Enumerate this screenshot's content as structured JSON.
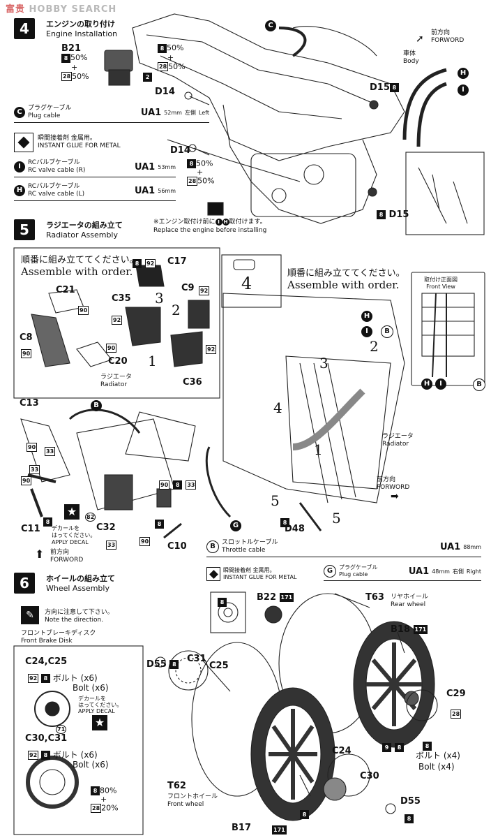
{
  "watermark": {
    "text_ja": "富贵",
    "text_en": "HOBBY SEARCH"
  },
  "step4": {
    "num": "4",
    "title_ja": "エンジンの取り付け",
    "title_en": "Engine Installation",
    "b21": {
      "label": "B21",
      "p1": "8",
      "v1": "50%",
      "plus": "+",
      "p2": "28",
      "v2": "50%",
      "qty": "2"
    },
    "frame_paint": {
      "p1": "8",
      "v1": "50%",
      "plus": "+",
      "p2": "28",
      "v2": "50%"
    },
    "d14_top": "D14",
    "d14_mid": "D14",
    "d14_paint": {
      "p1": "8",
      "v1": "50%",
      "plus": "+",
      "p2": "28",
      "v2": "50%"
    },
    "d15_top": {
      "label": "D15",
      "paint": "8"
    },
    "d15_bot": {
      "label": "D15",
      "paint": "8"
    },
    "c_label": "C",
    "h_label": "H",
    "i_label": "I",
    "forward_ja": "前方向",
    "forward_en": "FORWORD",
    "body_ja": "車体",
    "body_en": "Body",
    "plug_cable": {
      "icon": "C",
      "ja": "プラグケーブル",
      "en": "Plug cable",
      "ua": "UA1",
      "len": "52mm",
      "side_ja": "左側",
      "side_en": "Left"
    },
    "glue": {
      "ja": "瞬間接着剤 金属用。",
      "en": "INSTANT GLUE FOR METAL"
    },
    "rc_r": {
      "icon": "I",
      "ja": "RCバルブケーブル",
      "en": "RC valve cable (R)",
      "ua": "UA1",
      "len": "53mm"
    },
    "rc_l": {
      "icon": "H",
      "ja": "RCバルブケーブル",
      "en": "RC valve cable (L)",
      "ua": "UA1",
      "len": "56mm"
    },
    "note_ja": "※エンジン取付け前に",
    "note_ja2": "取付けます。",
    "note_en": "Replace the engine before installing",
    "note_hi": [
      "I",
      "H"
    ]
  },
  "step5": {
    "num": "5",
    "title_ja": "ラジエータの組み立て",
    "title_en": "Radiator Assembly",
    "order_ja": "順番に組み立ててください。",
    "order_en": "Assemble with order.",
    "parts": [
      "C17",
      "C9",
      "C35",
      "C36",
      "C21",
      "C8",
      "C20",
      "C13",
      "C11",
      "C32",
      "C10",
      "D48"
    ],
    "paint": {
      "p8": "8",
      "p92": "92",
      "p90": "90",
      "p33": "33",
      "p82": "82"
    },
    "steps": [
      "1",
      "2",
      "3",
      "4",
      "5"
    ],
    "radiator_ja": "ラジエータ",
    "radiator_en": "Radiator",
    "decal_ja1": "デカールを",
    "decal_ja2": "はってください。",
    "decal_en": "APPLY DECAL",
    "front_view_ja": "取付け正面図",
    "front_view_en": "Front View",
    "throttle": {
      "icon": "B",
      "ja": "スロットルケーブル",
      "en": "Throttle cable",
      "ua": "UA1",
      "len": "88mm"
    },
    "glue": {
      "ja": "瞬間接着剤 金属用。",
      "en": "INSTANT GLUE FOR METAL"
    },
    "plug2": {
      "icon": "G",
      "ja": "プラグケーブル",
      "en": "Plug cable",
      "ua": "UA1",
      "len": "48mm",
      "side_ja": "右側",
      "side_en": "Right"
    },
    "forward_ja": "前方向",
    "forward_en": "FORWORD",
    "b_label": "B",
    "g_label": "G",
    "h_label": "H",
    "i_label": "I"
  },
  "step6": {
    "num": "6",
    "title_ja": "ホイールの組み立て",
    "title_en": "Wheel Assembly",
    "direction_ja": "方向に注意して下さい。",
    "direction_en": "Note the direction.",
    "disk_ja": "フロントブレーキディスク",
    "disk_en": "Front Brake Disk",
    "c24c25": "C24,C25",
    "c30c31": "C30,C31",
    "bolt_ja": "ボルト",
    "bolt_x6": "(x6)",
    "bolt_en": "Bolt",
    "bolt_x4": "(x4)",
    "paint_mix": {
      "p1": "8",
      "v1": "80%",
      "plus": "+",
      "p2": "28",
      "v2": "20%"
    },
    "decal_ja1": "デカールを",
    "decal_ja2": "はってください。",
    "decal_en": "APPLY DECAL",
    "p71": "71",
    "parts": {
      "b22": "B22",
      "t63": "T63",
      "b18": "B18",
      "d55a": "D55",
      "c31": "C31",
      "c25": "C25",
      "c29": "C29",
      "t62": "T62",
      "b17": "B17",
      "c24": "C24",
      "c30": "C30",
      "d55b": "D55"
    },
    "rear_ja": "リヤホイール",
    "rear_en": "Rear wheel",
    "front_ja": "フロントホイール",
    "front_en": "Front wheel",
    "p171": "171",
    "p9": "9"
  }
}
